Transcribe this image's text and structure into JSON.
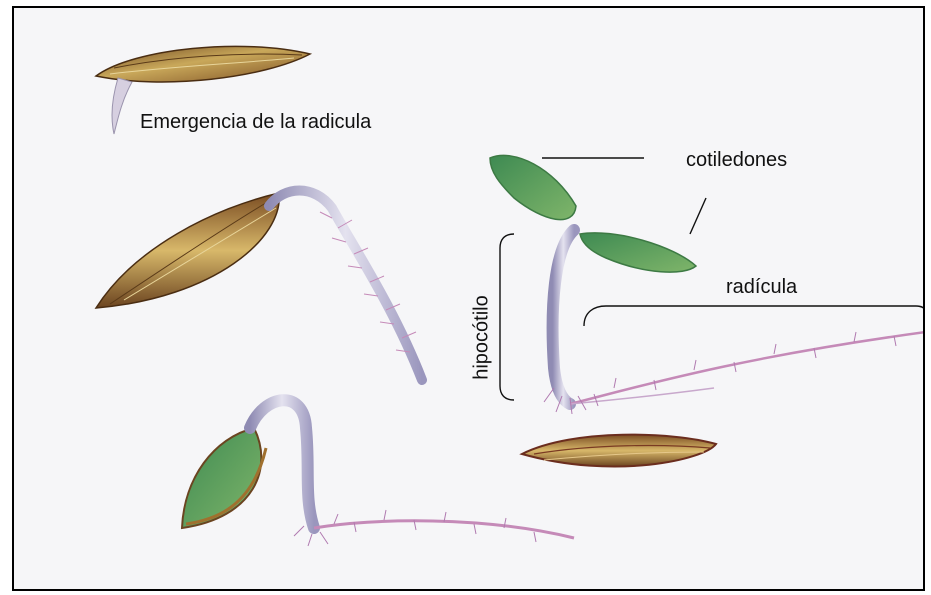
{
  "labels": {
    "emergence": "Emergencia de la radicula",
    "cotyledons": "cotiledones",
    "radicle": "radícula",
    "hypocotyl": "hipocótilo"
  },
  "colors": {
    "border": "#000000",
    "background": "#f6f6f8",
    "seed_coat_brown": "#8a5a2b",
    "seed_coat_yellow": "#c9a85a",
    "cotyledon_green": "#4f9a5c",
    "stem_lavender": "#b7b3cf",
    "root_hair_pink": "#c58ab8"
  }
}
